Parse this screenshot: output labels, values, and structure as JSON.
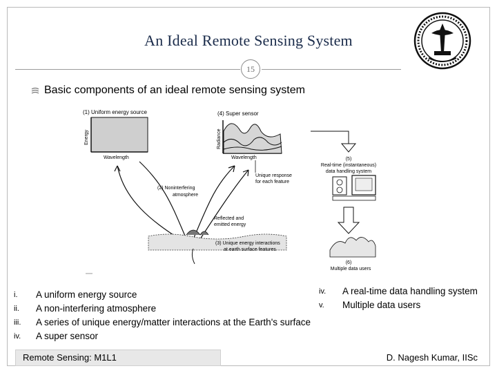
{
  "slide": {
    "title": "An Ideal Remote Sensing System",
    "page_number": "15",
    "heading": "Basic components of an ideal remote sensing system"
  },
  "diagram": {
    "label_1": "(1) Uniform energy source",
    "label_1_y": "Energy",
    "label_1_x": "Wavelength",
    "label_4": "(4) Super sensor",
    "label_4_y": "Radiance",
    "label_4_x": "Wavelength",
    "label_unique_1": "Unique response",
    "label_unique_2": "for each feature",
    "label_2_1": "(2) Noninterfering",
    "label_2_2": "atmosphere",
    "label_refl_1": "Reflected and",
    "label_refl_2": "emitted energy",
    "label_3_1": "(3) Unique energy interactions",
    "label_3_2": "at earth surface features",
    "label_5_1": "(5)",
    "label_5_2": "Real-time (instantaneous)",
    "label_5_3": "data handling system",
    "label_6_1": "(6)",
    "label_6_2": "Multiple data users"
  },
  "list_left": [
    {
      "num": "i.",
      "text": "A uniform energy source"
    },
    {
      "num": "ii.",
      "text": "A non-interfering atmosphere"
    },
    {
      "num": "iii.",
      "text": "A  series of unique energy/matter interactions at the Earth's surface"
    },
    {
      "num": "iv.",
      "text": "A super sensor"
    }
  ],
  "list_right": [
    {
      "num": "iv.",
      "text": "A real-time data handling system"
    },
    {
      "num": "v.",
      "text": "Multiple data users"
    }
  ],
  "footer": {
    "left": "Remote Sensing: M1L1",
    "right": "D. Nagesh Kumar, IISc"
  },
  "colors": {
    "title": "#1a2b4a",
    "rule": "#9a9a9a",
    "footer_bg": "#e8e8e8"
  },
  "icons": [
    "bullet-icon",
    "institute-seal-icon"
  ]
}
